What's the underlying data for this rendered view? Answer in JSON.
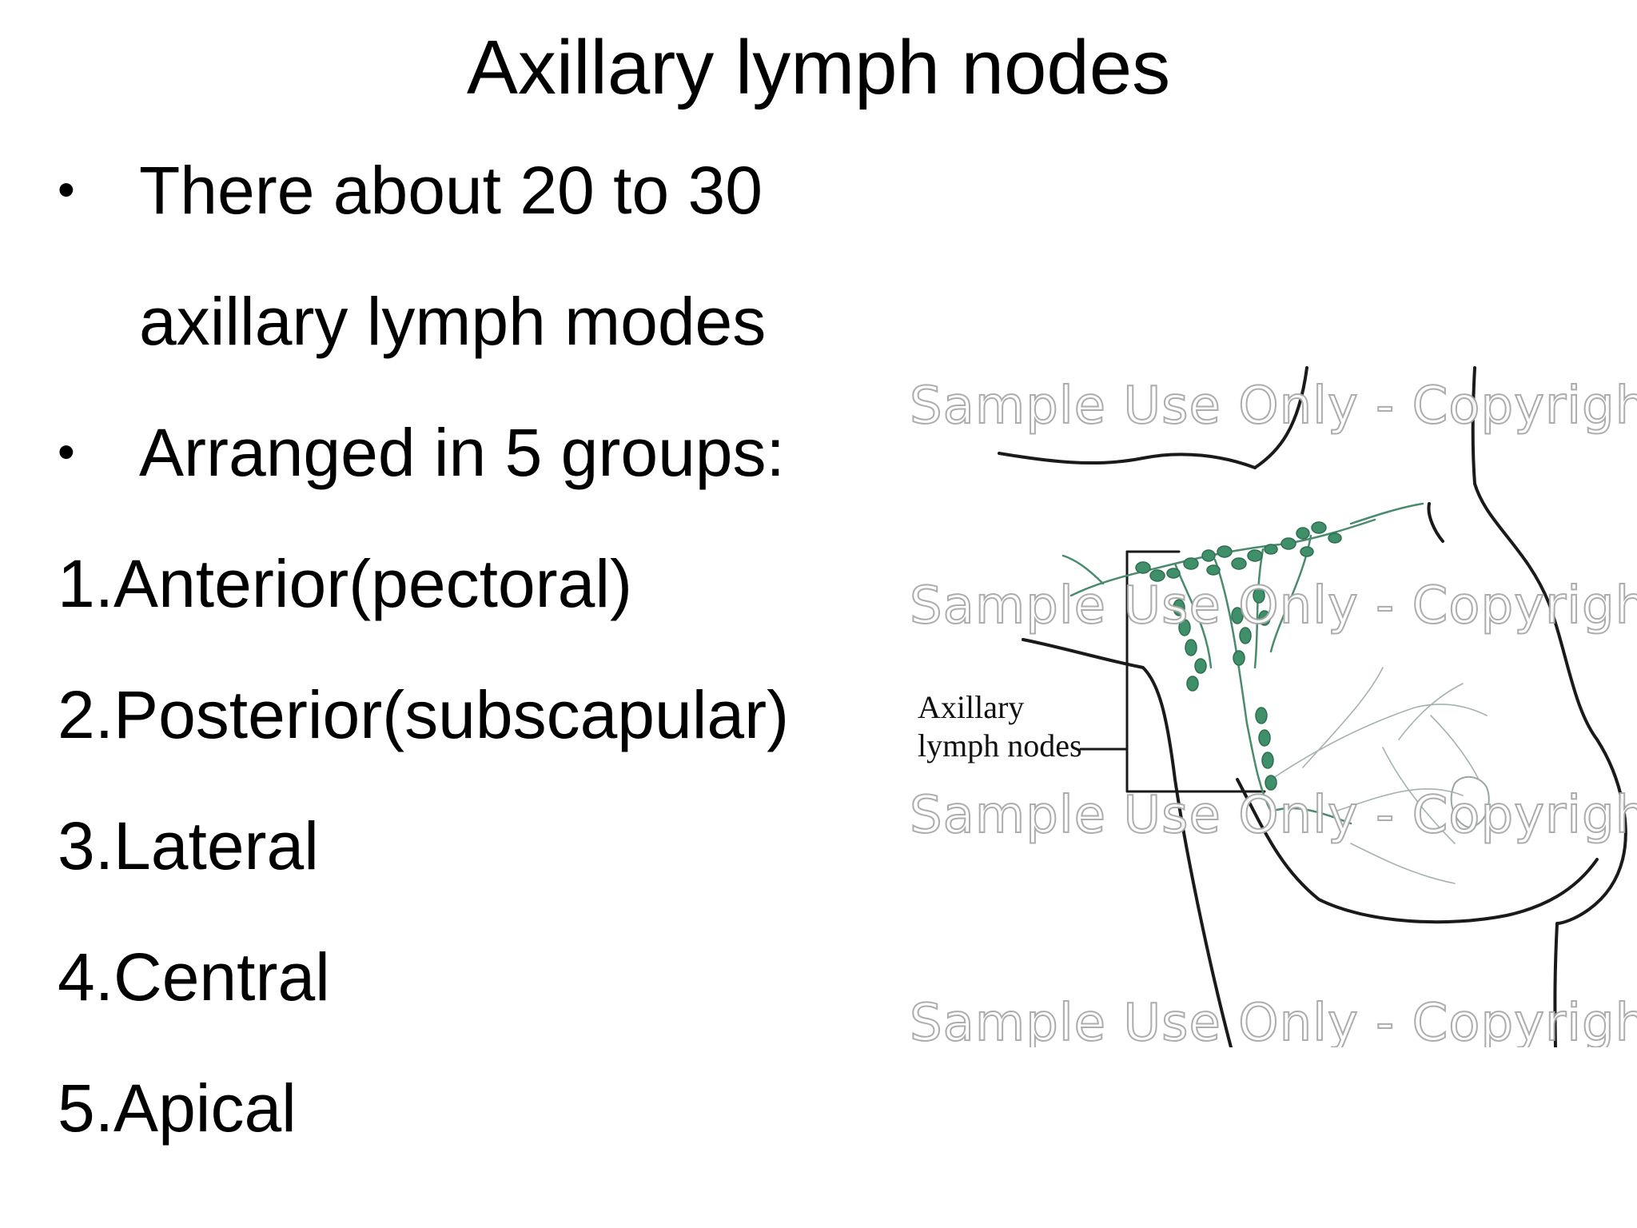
{
  "slide": {
    "title": "Axillary lymph nodes",
    "bullets": [
      {
        "marker": "•",
        "lines": [
          "There about 20 to 30",
          "axillary lymph modes"
        ]
      },
      {
        "marker": "•",
        "lines": [
          "Arranged in 5 groups:"
        ]
      }
    ],
    "groups": [
      "1.Anterior(pectoral)",
      "2.Posterior(subscapular)",
      "3.Lateral",
      "4.Central",
      "5.Apical"
    ]
  },
  "figure": {
    "label_line1": "Axillary",
    "label_line2": "lymph nodes",
    "watermark_text": "Sample Use Only - Copyrighted",
    "node_color": "#3f8f6a"
  }
}
